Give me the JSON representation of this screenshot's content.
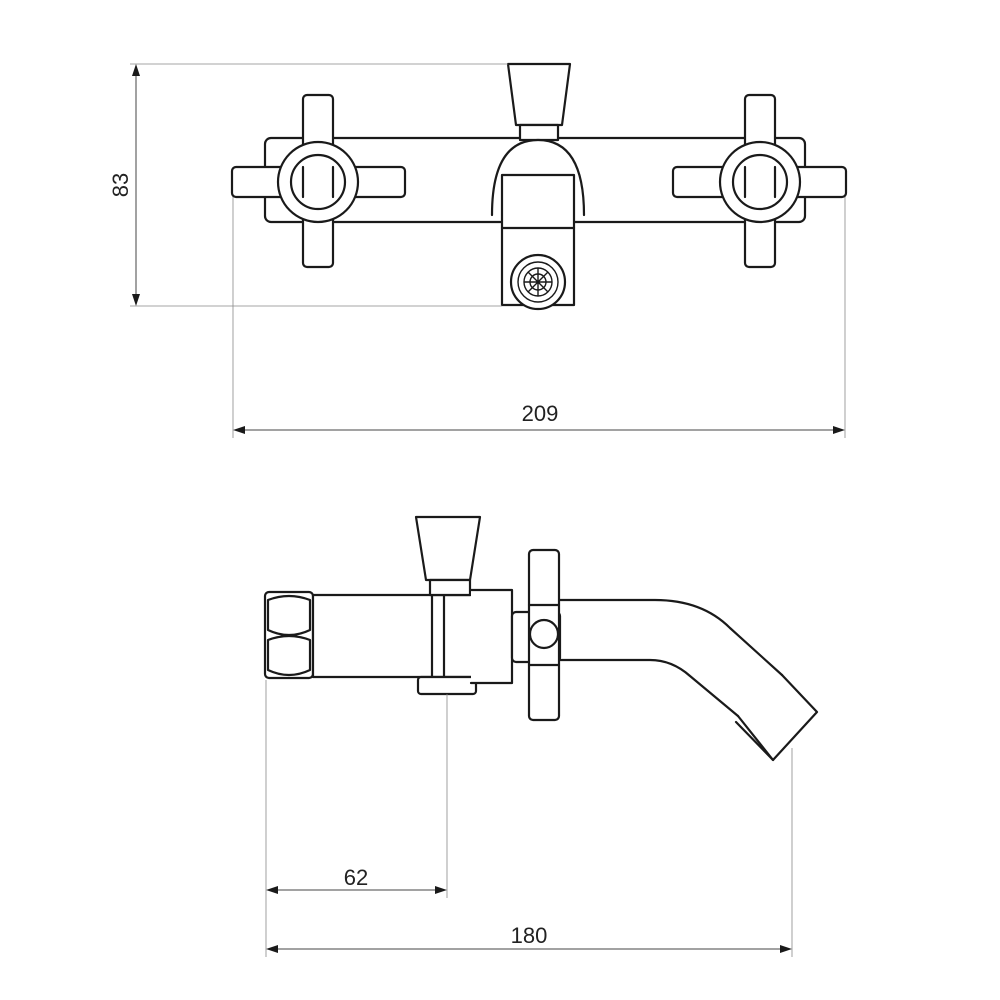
{
  "figure": {
    "front_view": {
      "height_label": "83",
      "width_label": "209"
    },
    "side_view": {
      "short_length_label": "62",
      "total_length_label": "180"
    },
    "colors": {
      "line": "#1a1a1a",
      "background": "#ffffff"
    }
  }
}
